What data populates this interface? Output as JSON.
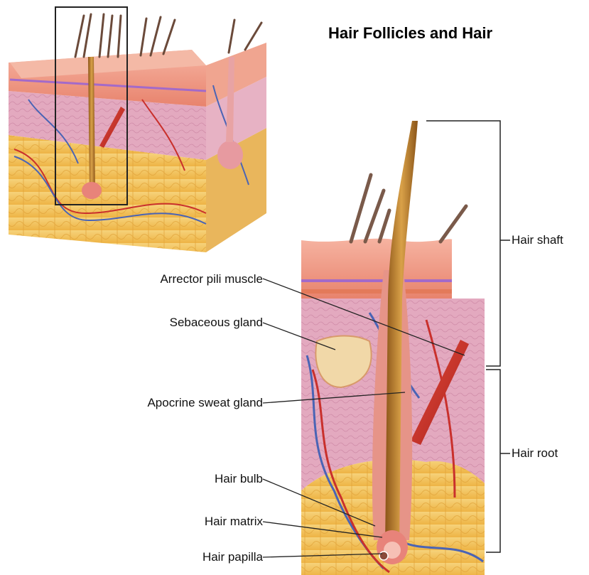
{
  "title": "Hair Follicles and Hair",
  "labels": {
    "arrector_pili_muscle": "Arrector pili muscle",
    "sebaceous_gland": "Sebaceous gland",
    "apocrine_sweat_gland": "Apocrine sweat gland",
    "hair_bulb": "Hair bulb",
    "hair_matrix": "Hair matrix",
    "hair_papilla": "Hair papilla",
    "hair_shaft": "Hair shaft",
    "hair_root": "Hair root"
  },
  "colors": {
    "epidermis": "#f2a48f",
    "dermis": "#e9b5c6",
    "fat": "#f1c25a",
    "hair": "#c98a2c",
    "muscle": "#d8322a",
    "vein": "#4a64b5",
    "artery": "#c9302c"
  }
}
